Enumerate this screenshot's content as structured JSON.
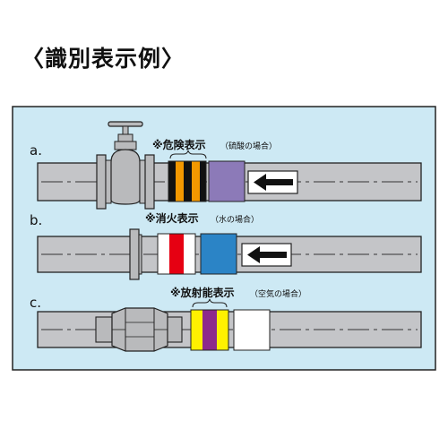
{
  "title": "〈識別表示例〉",
  "colors": {
    "panel": "#cde9f4",
    "pipe": "#c4c5c8",
    "valve": "#b9babc",
    "orange": "#f39800",
    "purple": "#8c7ab8",
    "red": "#e60012",
    "blue": "#2b84c6",
    "yellow": "#fff100",
    "violet": "#8d2a8c"
  },
  "rows": [
    {
      "label": "a.",
      "note_main": "※危険表示",
      "note_sub": "（硫酸の場合）"
    },
    {
      "label": "b.",
      "note_main": "※消火表示",
      "note_sub": "（水の場合）"
    },
    {
      "label": "c.",
      "note_main": "※放射能表示",
      "note_sub": "（空気の場合）"
    }
  ],
  "icons": {
    "row_a": [
      "gate-valve-icon",
      "flow-direction-arrow-left-icon"
    ],
    "row_b": [
      "pipe-flange-icon",
      "flow-direction-arrow-left-icon"
    ],
    "row_c": [
      "pipe-union-coupling-icon"
    ]
  }
}
